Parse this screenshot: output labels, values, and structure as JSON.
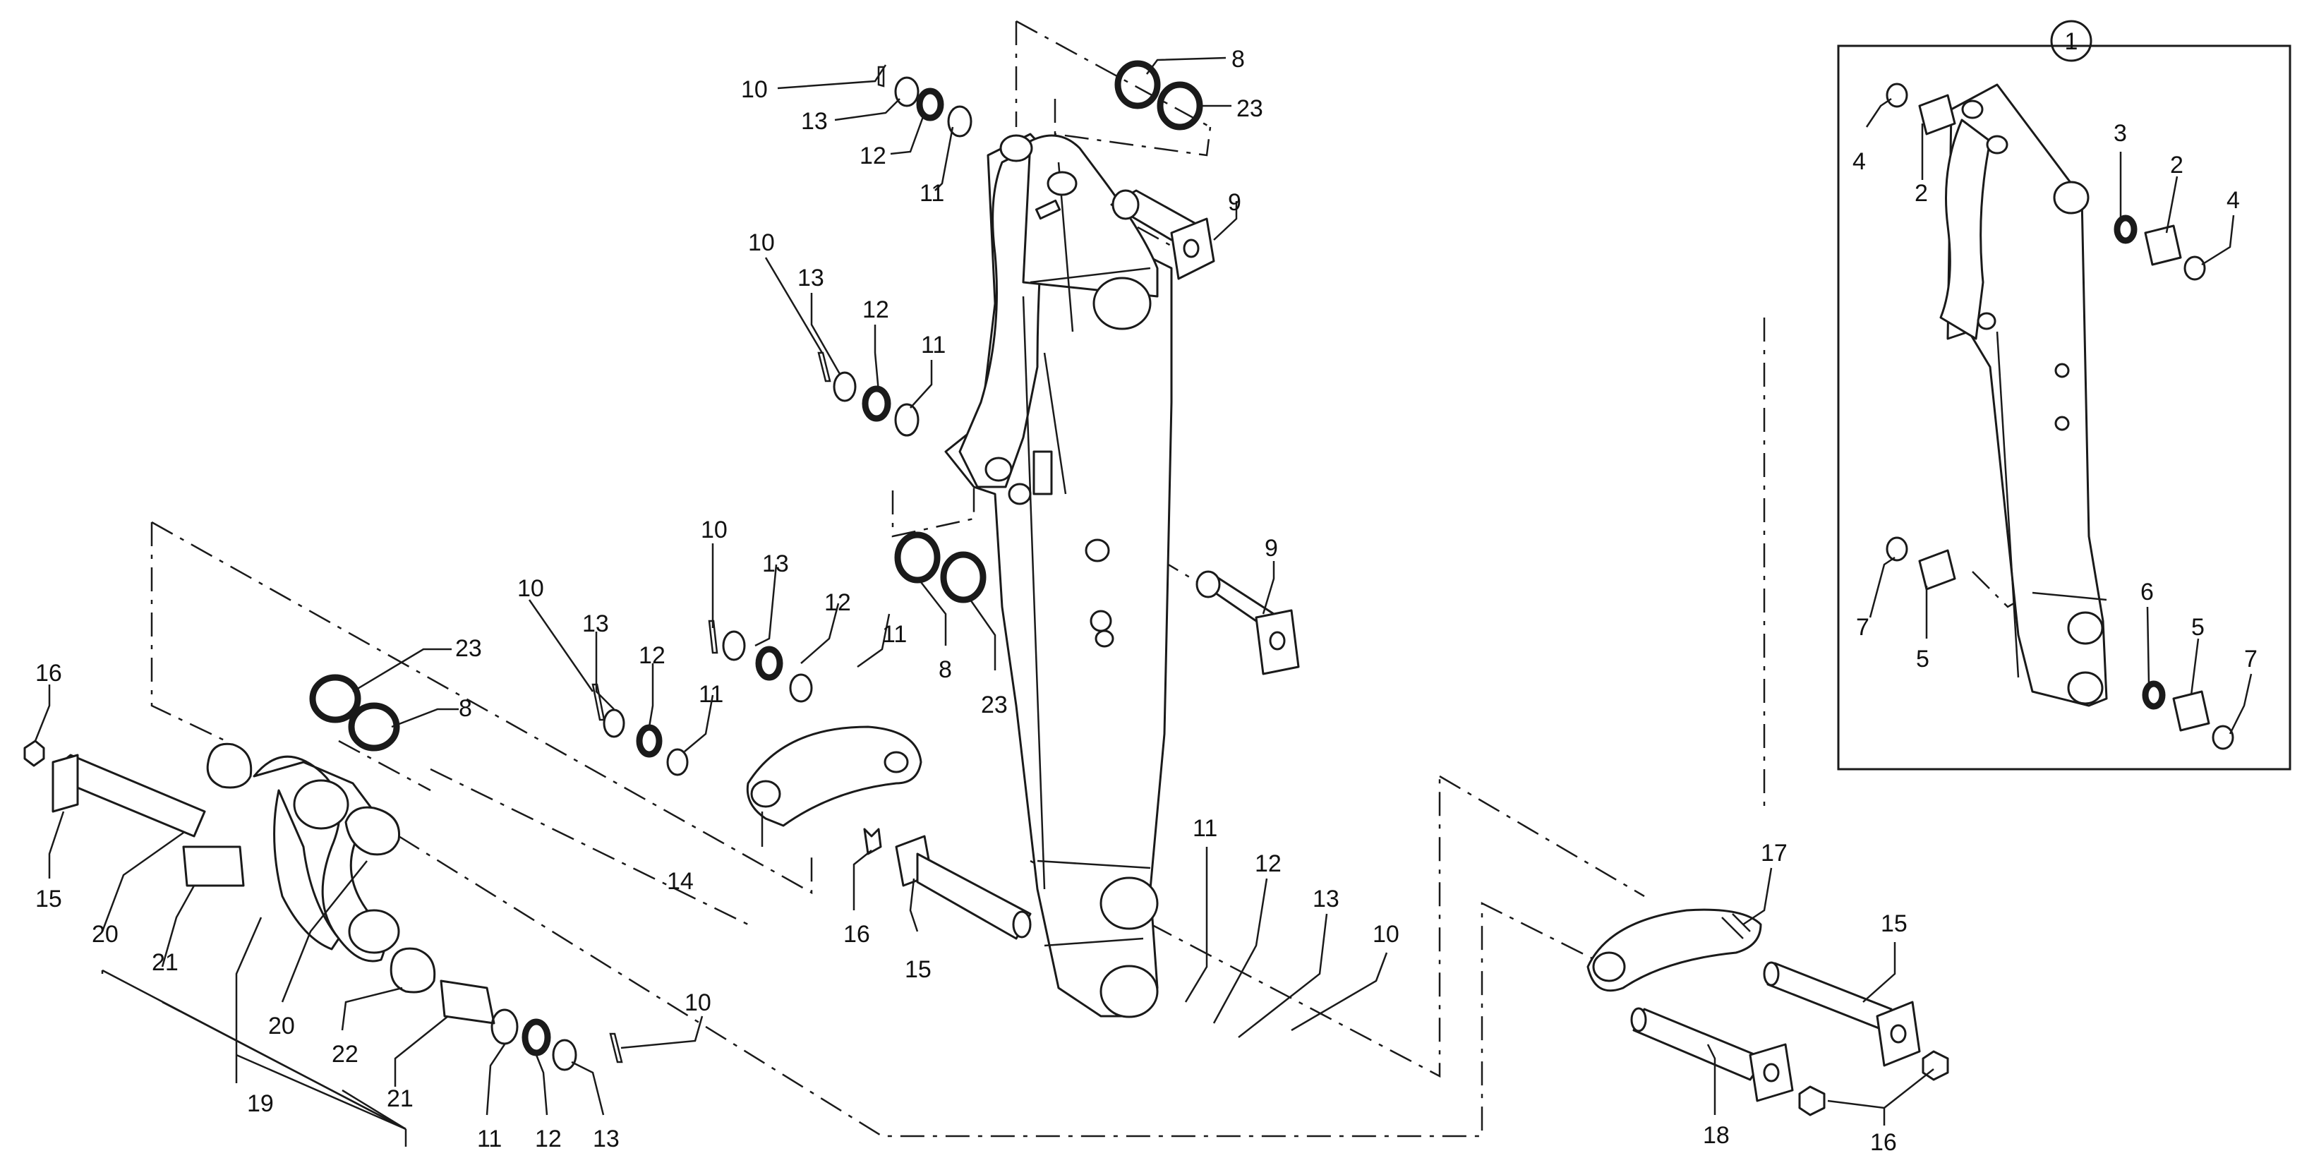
{
  "diagram": {
    "inset_id": "1",
    "labels": {
      "l1": "10",
      "l2": "13",
      "l3": "12",
      "l4": "11",
      "l5": "8",
      "l6": "23",
      "l7": "9",
      "l8": "10",
      "l9": "13",
      "l10": "12",
      "l11": "11",
      "l12": "10",
      "l13": "13",
      "l14": "12",
      "l15": "11",
      "l16": "10",
      "l17": "13",
      "l18": "12",
      "l19": "11",
      "l20": "9",
      "l21": "8",
      "l22": "23",
      "l23": "23",
      "l24": "8",
      "l25": "16",
      "l26": "15",
      "l27": "20",
      "l28": "21",
      "l29": "19",
      "l30": "20",
      "l31": "22",
      "l32": "21",
      "l33": "11",
      "l34": "12",
      "l35": "13",
      "l36": "10",
      "l37": "14",
      "l38": "16",
      "l39": "15",
      "l40": "11",
      "l41": "12",
      "l42": "13",
      "l43": "10",
      "l44": "17",
      "l45": "15",
      "l46": "18",
      "l47": "16",
      "l48": "4",
      "l49": "2",
      "l50": "3",
      "l51": "2",
      "l52": "4",
      "l53": "7",
      "l54": "5",
      "l55": "6",
      "l56": "5",
      "l57": "7"
    }
  }
}
